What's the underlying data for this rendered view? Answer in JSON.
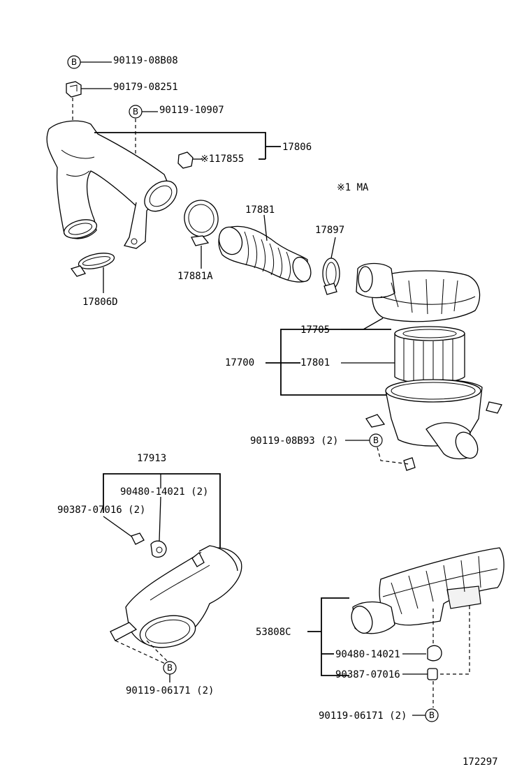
{
  "labels": {
    "p1": "90119-08B08",
    "p2": "90179-08251",
    "p3": "90119-10907",
    "p4": "17806",
    "p5": "※117855",
    "p6": "※1  MA",
    "p7": "17881",
    "p8": "17897",
    "p9": "17881A",
    "p10": "17806D",
    "p11": "17705",
    "p12": "17700",
    "p13": "17801",
    "p14": "90119-08B93 (2)",
    "p15": "17913",
    "p16": "90480-14021 (2)",
    "p17": "90387-07016 (2)",
    "p18": "90119-06171 (2)",
    "p19": "53808C",
    "p20": "90480-14021",
    "p21": "90387-07016",
    "p22": "90119-06171 (2)",
    "ref": "172297"
  },
  "markers": {
    "b": "B"
  }
}
